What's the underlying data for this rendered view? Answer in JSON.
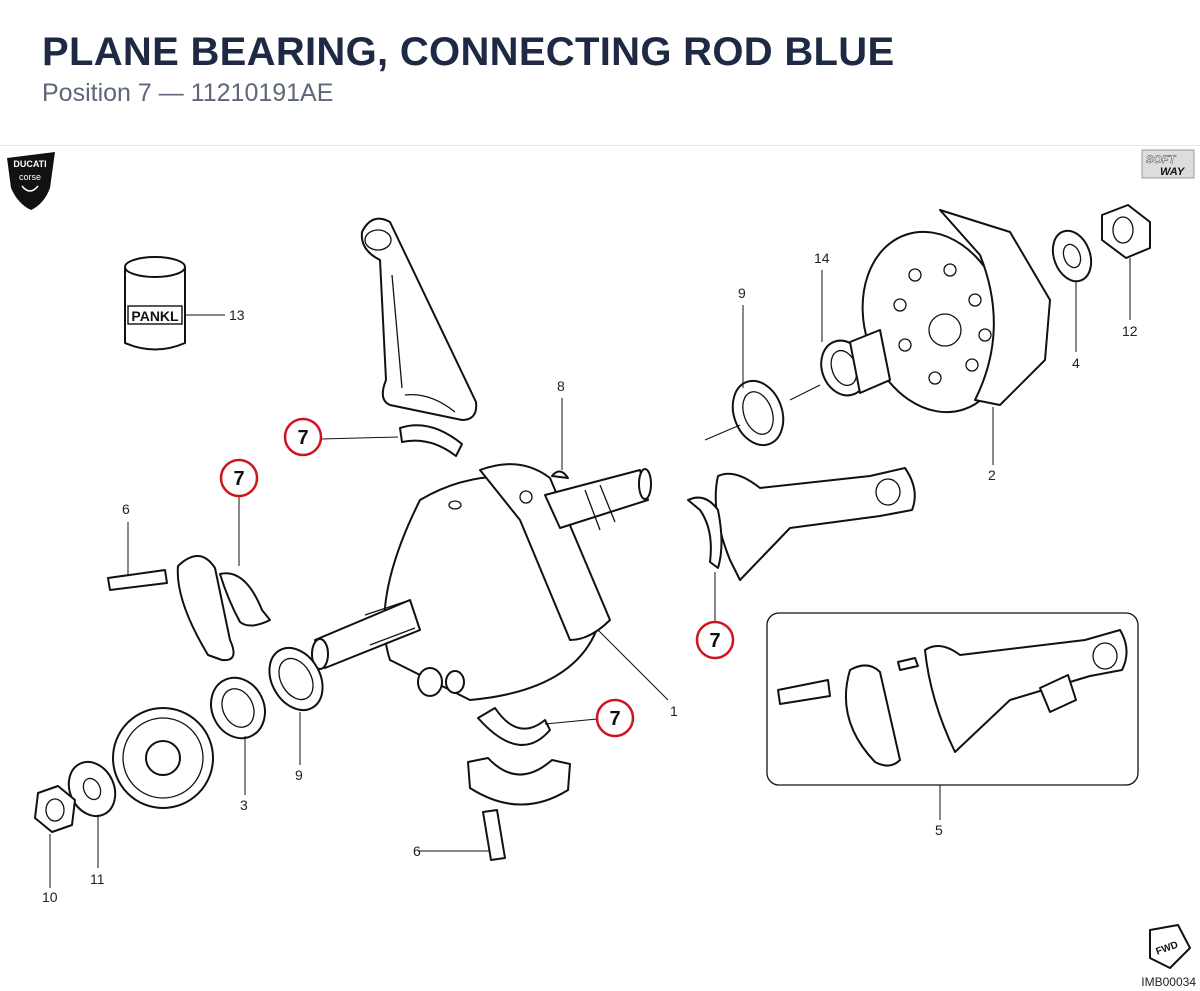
{
  "title": "PLANE BEARING, CONNECTING ROD BLUE",
  "subtitle": "Position 7 — 11210191AE",
  "logos": {
    "left_logo_line1": "DUCATI",
    "left_logo_line2": "corse",
    "right_logo_line1": "SOFT",
    "right_logo_line2": "WAY"
  },
  "highlight_color": "#d0141e",
  "callouts": {
    "pos7_label": "7",
    "labels": {
      "l1": "1",
      "l2": "2",
      "l3": "3",
      "l4": "4",
      "l5": "5",
      "l6a": "6",
      "l6b": "6",
      "l8": "8",
      "l9a": "9",
      "l9b": "9",
      "l10": "10",
      "l11": "11",
      "l12": "12",
      "l13": "13",
      "l14": "14"
    }
  },
  "part13_brand": "PANKL",
  "fwd_label": "FWD",
  "image_code": "IMB00034"
}
